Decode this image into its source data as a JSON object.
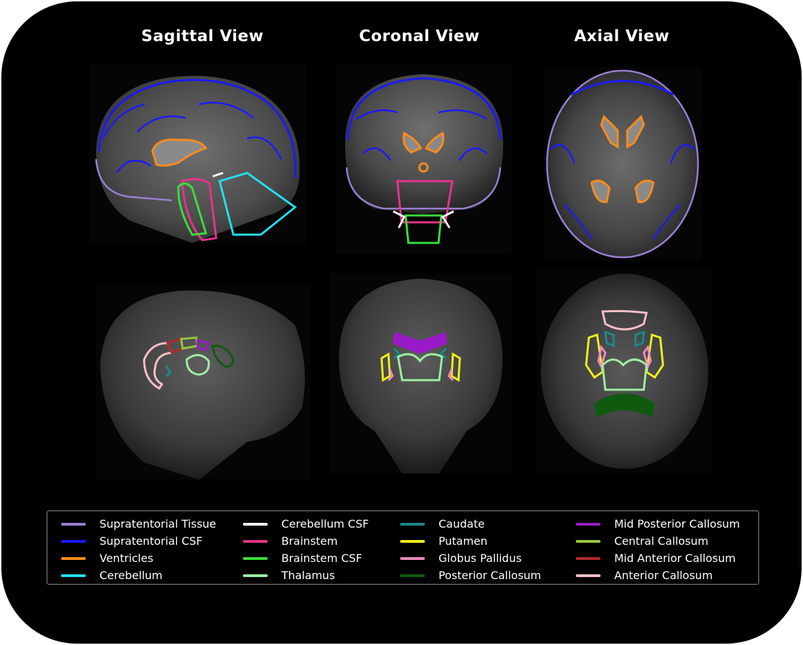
{
  "titles": {
    "sagittal": "Sagittal View",
    "coronal": "Coronal View",
    "axial": "Axial View"
  },
  "legend": {
    "columns": [
      [
        {
          "label": "Supratentorial Tissue",
          "color": "#9b7fd4"
        },
        {
          "label": "Supratentorial CSF",
          "color": "#1a1aff"
        },
        {
          "label": "Ventricles",
          "color": "#ff8c1a"
        },
        {
          "label": "Cerebellum",
          "color": "#22e0f0"
        }
      ],
      [
        {
          "label": "Cerebellum CSF",
          "color": "#ffffff"
        },
        {
          "label": "Brainstem",
          "color": "#e8338a"
        },
        {
          "label": "Brainstem CSF",
          "color": "#3adf3a"
        },
        {
          "label": "Thalamus",
          "color": "#9ff09f"
        }
      ],
      [
        {
          "label": "Caudate",
          "color": "#1a8a8a"
        },
        {
          "label": "Putamen",
          "color": "#f2f21a"
        },
        {
          "label": "Globus Pallidus",
          "color": "#f08ac0"
        },
        {
          "label": "Posterior Callosum",
          "color": "#0f5a0f"
        }
      ],
      [
        {
          "label": "Mid Posterior Callosum",
          "color": "#9a1ac8"
        },
        {
          "label": "Central Callosum",
          "color": "#9ac83a"
        },
        {
          "label": "Mid Anterior Callosum",
          "color": "#b02a2a"
        },
        {
          "label": "Anterior Callosum",
          "color": "#ffc0c8"
        }
      ]
    ]
  }
}
